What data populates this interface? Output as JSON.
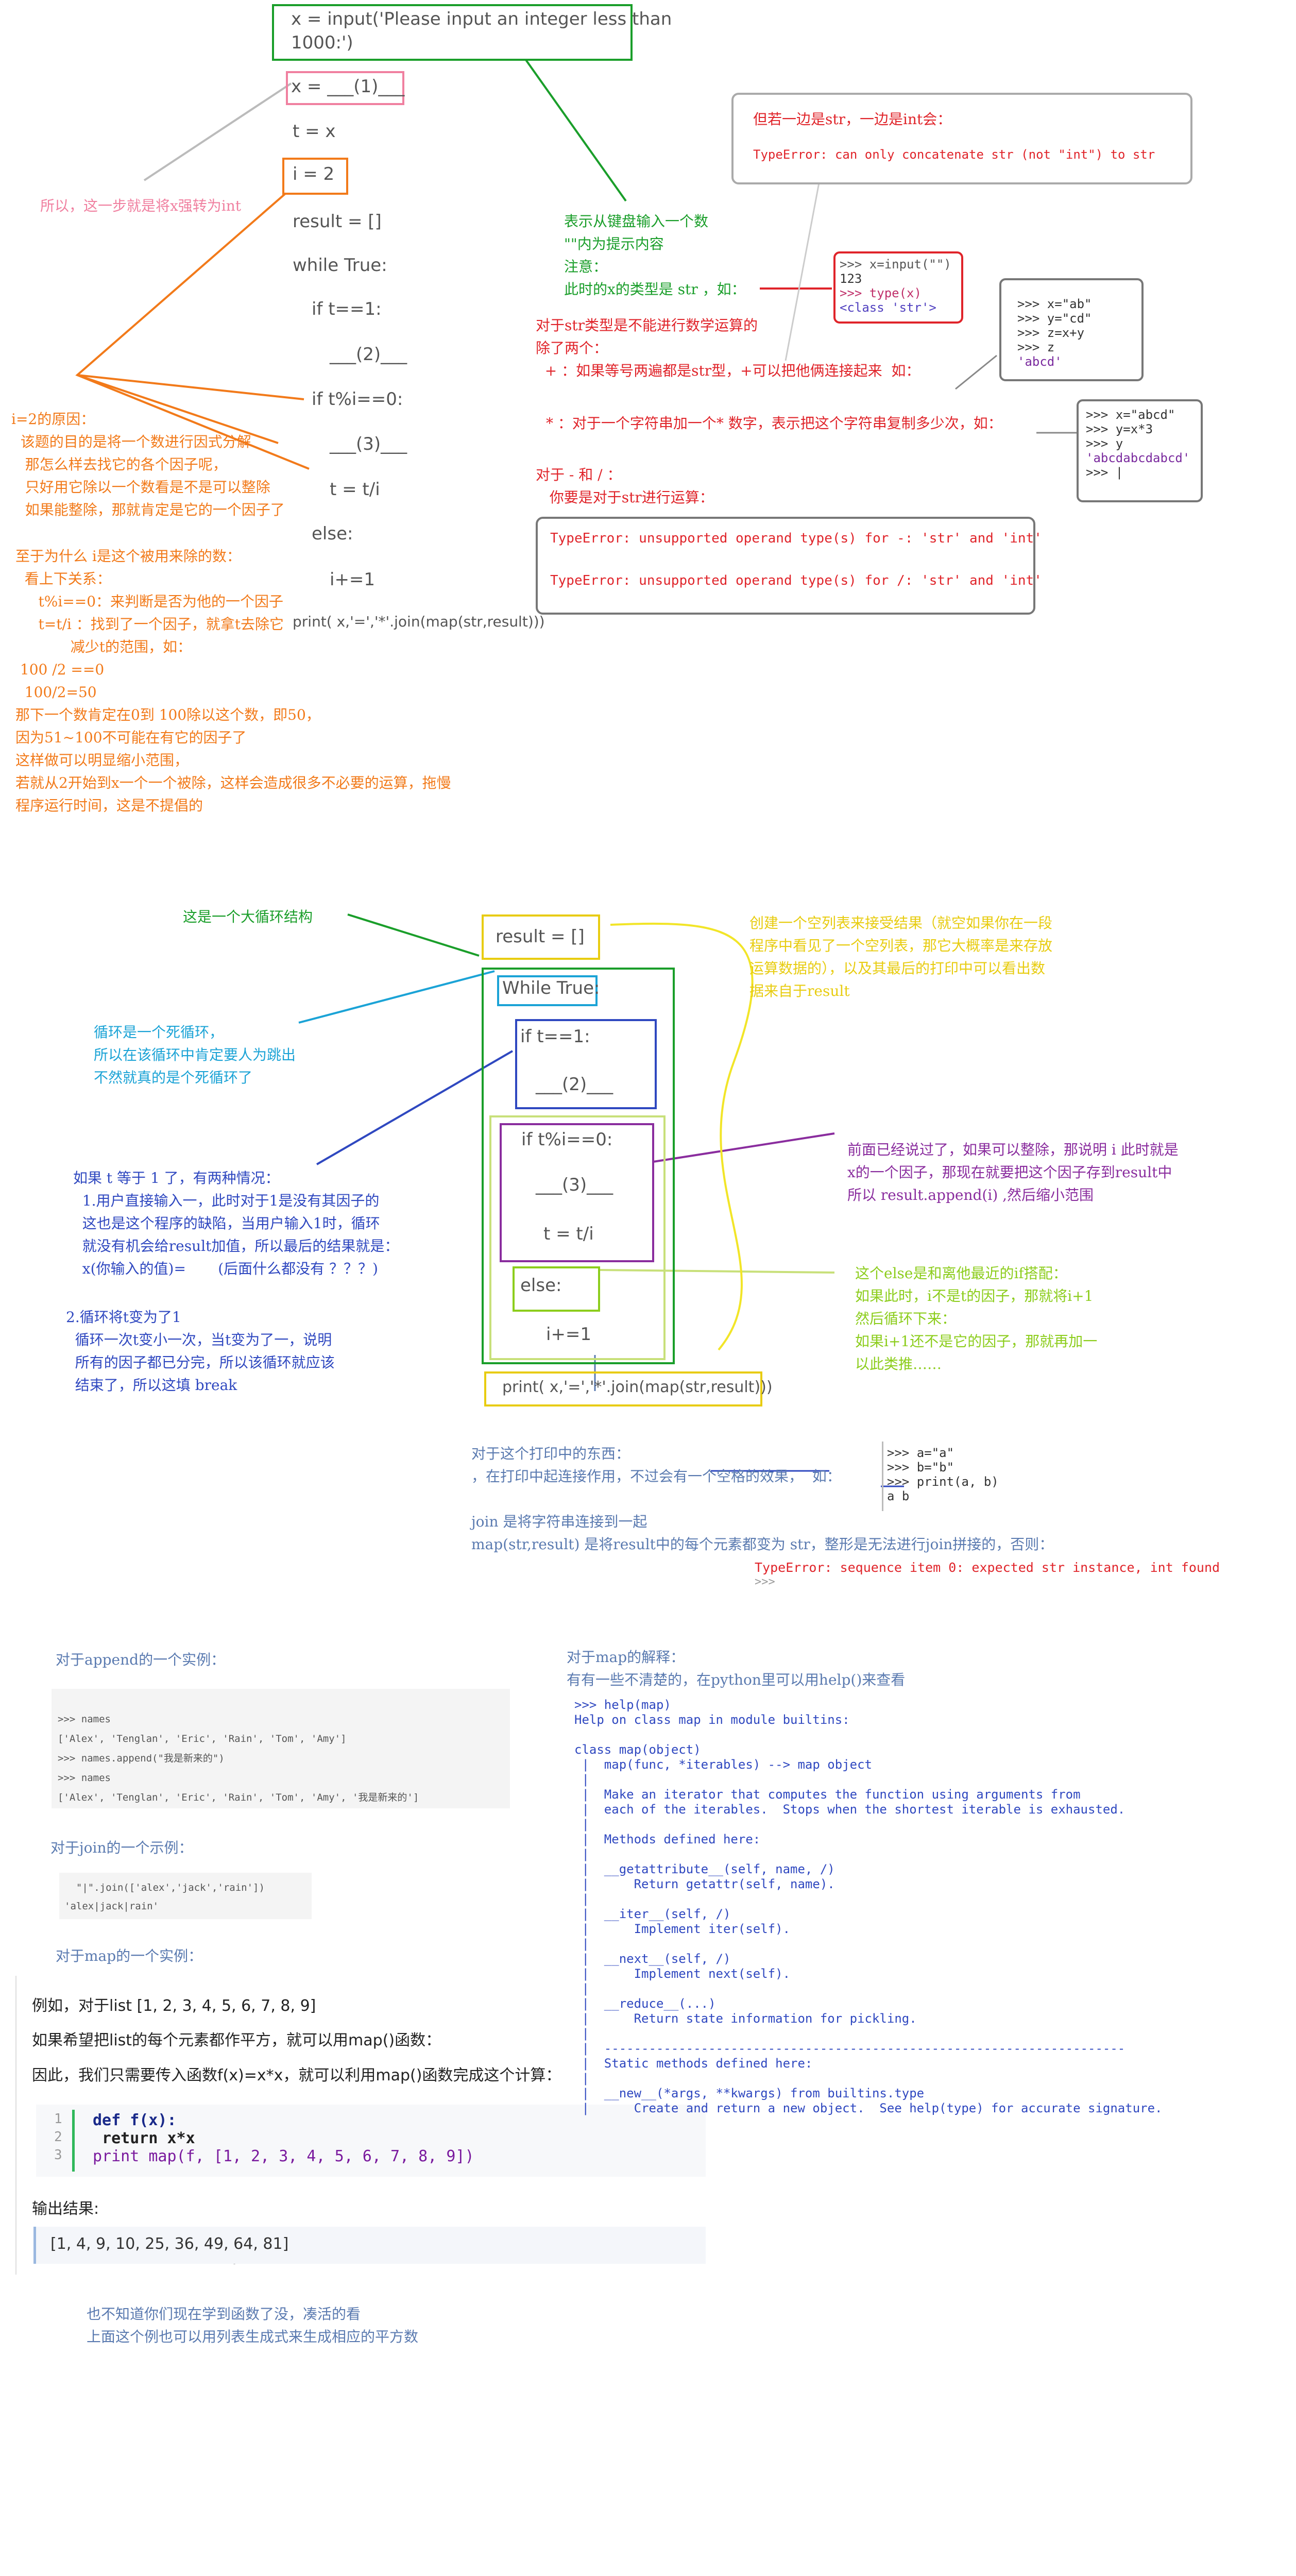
{
  "section1": {
    "input_line": "x = input('Please input an integer less than\n1000:')",
    "x_assign": "x = ___(1)___",
    "t_assign": "t = x",
    "i_assign": "i = 2",
    "result_assign": "result = []",
    "while_line": "while True:",
    "if_t1": "if t==1:",
    "blank2": "___(2)___",
    "if_mod": "if t%i==0:",
    "blank3": "___(3)___",
    "t_div": "t = t/i",
    "else_line": "else:",
    "i_inc": "i+=1",
    "print_line": "print( x,'=','*'.join(map(str,result)))",
    "note_x_int": "所以，这一步就是将x强转为int",
    "note_input_title": "表示从键盘输入一个数\n\"\"内为提示内容\n注意：\n此时的x的类型是 str ，如：",
    "note_str_ops": "对于str类型是不能进行数学运算的\n除了两个：\n  + ：如果等号两遍都是str型，+可以把他俩连接起来  如：",
    "note_star": "* ：对于一个字符串加一个* 数字，表示把这个字符串复制多少次，如：",
    "note_minus_div": "对于 - 和 / ：\n   你要是对于str进行运算：",
    "typeerror_minus": "TypeError: unsupported operand type(s) for -: 'str' and 'int'",
    "typeerror_div": "TypeError: unsupported operand type(s) for /: 'str' and 'int'",
    "note_concat_title": "但若一边是str，一边是int会：",
    "typeerror_concat": "TypeError: can only concatenate str (not \"int\") to str",
    "term_input": {
      "l1": ">>> x=input(\"\")",
      "l2": "123",
      "l3": ">>> type(x)",
      "l4": "<class 'str'>"
    },
    "term_concat": {
      "l1": ">>> x=\"ab\"",
      "l2": ">>> y=\"cd\"",
      "l3": ">>> z=x+y",
      "l4": ">>> z",
      "l5": "'abcd'"
    },
    "term_star": {
      "l1": ">>> x=\"abcd\"",
      "l2": ">>> y=x*3",
      "l3": ">>> y",
      "l4": "'abcdabcdabcd'",
      "l5": ">>> |"
    },
    "note_i2": "i=2的原因：\n  该题的目的是将一个数进行因式分解\n   那怎么样去找它的各个因子呢，\n   只好用它除以一个数看是不是可以整除\n   如果能整除，那就肯定是它的一个因子了",
    "note_i_range": "至于为什么 i是这个被用来除的数：\n  看上下关系：\n     t%i==0：来判断是否为他的一个因子\n     t=t/i ：找到了一个因子，就拿t去除它\n            减少t的范围，如：\n 100 /2 ==0\n  100/2=50\n那下一个数肯定在0到 100除以这个数，即50，\n因为51~100不可能在有它的因子了\n这样做可以明显缩小范围，\n若就从2开始到x一个一个被除，这样会造成很多不必要的运算，拖慢\n程序运行时间，这是不提倡的"
  },
  "section2": {
    "note_big_loop": "这是一个大循环结构",
    "result": "result = []",
    "while": "While True:",
    "if_t1": "if t==1:",
    "blank2": "___(2)___",
    "if_mod": "if t%i==0:",
    "blank3": "___(3)___",
    "t_div": "t = t/i",
    "else": "else:",
    "i_inc": "i+=1",
    "print": "print( x,'=','*'.join(map(str,result)))",
    "note_result": "创建一个空列表来接受结果（就空如果你在一段\n程序中看见了一个空列表，那它大概率是来存放\n运算数据的），以及其最后的打印中可以看出数\n据来自于result",
    "note_dead_loop": "循环是一个死循环，\n所以在该循环中肯定要人为跳出\n不然就真的是个死循环了",
    "note_t_eq1": "如果 t 等于 1 了，有两种情况：\n  1.用户直接输入一，此时对于1是没有其因子的\n  这也是这个程序的缺陷，当用户输入1时，循环\n  就没有机会给result加值，所以最后的结果就是：\n  x(你输入的值)=       (后面什么都没有 ？？？)",
    "note_t_eq1_b": "2.循环将t变为了1\n  循环一次t变小一次，当t变为了一，说明\n  所有的因子都已分完，所以该循环就应该\n  结束了，所以这填 break",
    "note_factor": "前面已经说过了，如果可以整除，那说明 i 此时就是\nx的一个因子，那现在就要把这个因子存到result中\n所以 result.append(i) ,然后缩小范围",
    "note_else": "这个else是和离他最近的if搭配：\n如果此时，i不是t的因子，那就将i+1\n然后循环下来：\n如果i+1还不是它的因子，那就再加一\n以此类推……",
    "note_print": "对于这个打印中的东西：\n，在打印中起连接作用，不过会有一个空格的效果，  如：\n\njoin 是将字符串连接到一起\nmap(str,result) 是将result中的每个元素都变为 str，整形是无法进行join拼接的，否则：",
    "term_ab": {
      "l1": ">>> a=\"a\"",
      "l2": ">>> b=\"b\"",
      "l3": ">>> print(a, b)",
      "l4": "a b"
    },
    "typeerror_join": "TypeError: sequence item 0: expected str instance, int found",
    "typeerror_join_prompt": ">>>"
  },
  "section3": {
    "append_title": "对于append的一个实例：",
    "append_code": ">>> names\n['Alex', 'Tenglan', 'Eric', 'Rain', 'Tom', 'Amy']\n>>> names.append(\"我是新来的\")\n>>> names\n['Alex', 'Tenglan', 'Eric', 'Rain', 'Tom', 'Amy', '我是新来的']",
    "join_title": "对于join的一个示例：",
    "join_code": "  \"|\".join(['alex','jack','rain'])\n'alex|jack|rain'",
    "map_title": "对于map的一个实例：",
    "map_line1": "例如，对于list [1, 2, 3, 4, 5, 6, 7, 8, 9]",
    "map_line2": "如果希望把list的每个元素都作平方，就可以用map()函数：",
    "map_line3": "因此，我们只需要传入函数f(x)=x*x，就可以利用map()函数完成这个计算：",
    "code_lines": [
      {
        "no": "1",
        "text": "def f(x):"
      },
      {
        "no": "2",
        "text": " return x*x"
      },
      {
        "no": "3",
        "text": "print map(f, [1, 2, 3, 4, 5, 6, 7, 8, 9])"
      }
    ],
    "output_title": "输出结果:",
    "output_value": "[1, 4, 9, 10, 25, 36, 49, 64, 81]",
    "note_future": "也不知道你们现在学到函数了没，凑活的看\n上面这个例也可以用列表生成式来生成相应的平方数",
    "map_explain_title": "对于map的解释：\n有有一些不清楚的，在python里可以用help()来查看",
    "help_text": ">>> help(map)\nHelp on class map in module builtins:\n\nclass map(object)\n |  map(func, *iterables) --> map object\n |\n |  Make an iterator that computes the function using arguments from\n |  each of the iterables.  Stops when the shortest iterable is exhausted.\n |\n |  Methods defined here:\n |\n |  __getattribute__(self, name, /)\n |      Return getattr(self, name).\n |\n |  __iter__(self, /)\n |      Implement iter(self).\n |\n |  __next__(self, /)\n |      Implement next(self).\n |\n |  __reduce__(...)\n |      Return state information for pickling.\n |\n |  ----------------------------------------------------------------------\n |  Static methods defined here:\n |\n |  __new__(*args, **kwargs) from builtins.type\n |      Create and return a new object.  See help(type) for accurate signature."
  }
}
